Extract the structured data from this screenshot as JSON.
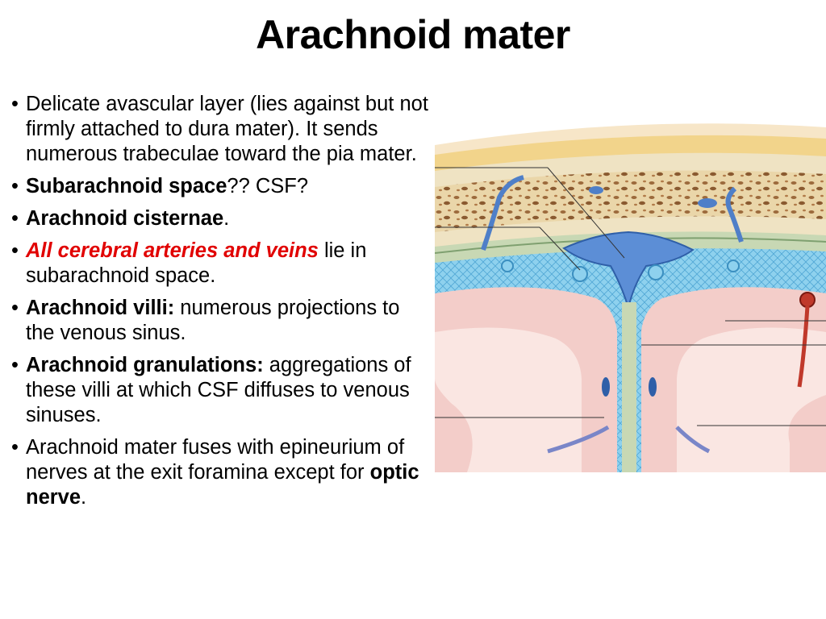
{
  "slide": {
    "title": "Arachnoid mater",
    "bullet_symbol": "•",
    "bullets": [
      {
        "text": "Delicate avascular layer (lies against but not firmly attached to dura mater). It sends numerous trabeculae toward the pia mater."
      },
      {
        "bold": "Subarachnoid space",
        "text": "?? CSF?"
      },
      {
        "bold": "Arachnoid cisternae",
        "text": "."
      },
      {
        "emph": "All cerebral arteries and veins",
        "text": " lie in subarachnoid space."
      },
      {
        "bold": "Arachnoid villi:",
        "text": " numerous projections to the venous sinus."
      },
      {
        "bold": "Arachnoid granulations:",
        "text": " aggregations of these villi at which CSF diffuses to venous sinuses."
      },
      {
        "text": "Arachnoid mater fuses with epineurium of nerves at the exit foramina except for ",
        "bold_tail": "optic nerve",
        "tail": "."
      }
    ]
  },
  "figure": {
    "icon": "meninges-cross-section-illustration",
    "colors": {
      "scalp": "#f2d48b",
      "skull": "#ead6a9",
      "dura": "#c8d8b4",
      "sinus": "#5c8ed6",
      "arachnoid": "#8ed1ee",
      "brain": "#f3cdc9",
      "white_matter": "#fae6e2",
      "artery": "#c0392b"
    }
  }
}
